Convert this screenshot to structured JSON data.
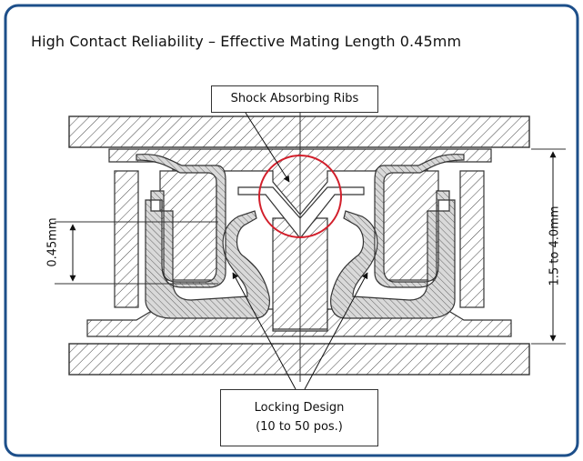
{
  "title": "High Contact Reliability – Effective Mating Length 0.45mm",
  "callouts": {
    "ribs": "Shock Absorbing Ribs",
    "locking_line1": "Locking Design",
    "locking_line2": "(10 to 50 pos.)"
  },
  "dimensions": {
    "mating_length": "0.45mm",
    "stack_height": "1.5 to 4.0mm"
  },
  "colors": {
    "frame": "#1d4f8a",
    "highlight_circle": "#d21f2b",
    "hatch_fill": "#d7d7d7",
    "lines": "#333333"
  }
}
